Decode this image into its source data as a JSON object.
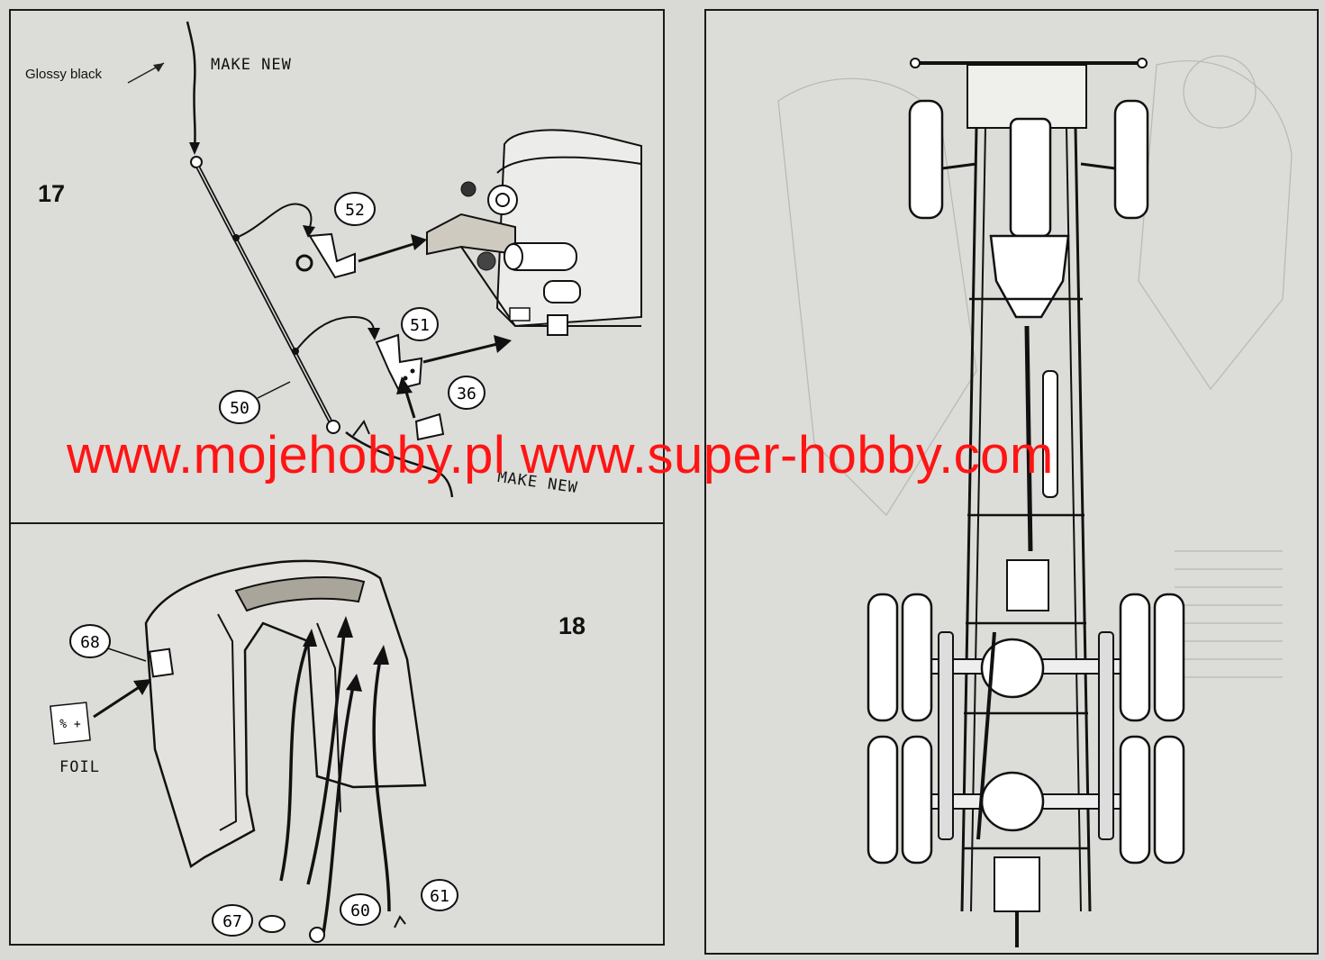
{
  "step17": {
    "number": "17",
    "paint_note": "Glossy black",
    "make_new_top": "MAKE NEW",
    "make_new_bottom": "MAKE NEW",
    "parts": [
      "52",
      "51",
      "36",
      "50"
    ]
  },
  "step18": {
    "number": "18",
    "parts": [
      "68",
      "67",
      "60",
      "61"
    ],
    "foil_label": "FOIL",
    "foil_mark": "% +"
  },
  "chassis": {
    "description_hidden": ""
  },
  "watermark": "www.mojehobby.pl www.super-hobby.com",
  "colors": {
    "watermark": "#ff1414",
    "paper": "#dcdcd8",
    "ink": "#1a1a1a"
  }
}
